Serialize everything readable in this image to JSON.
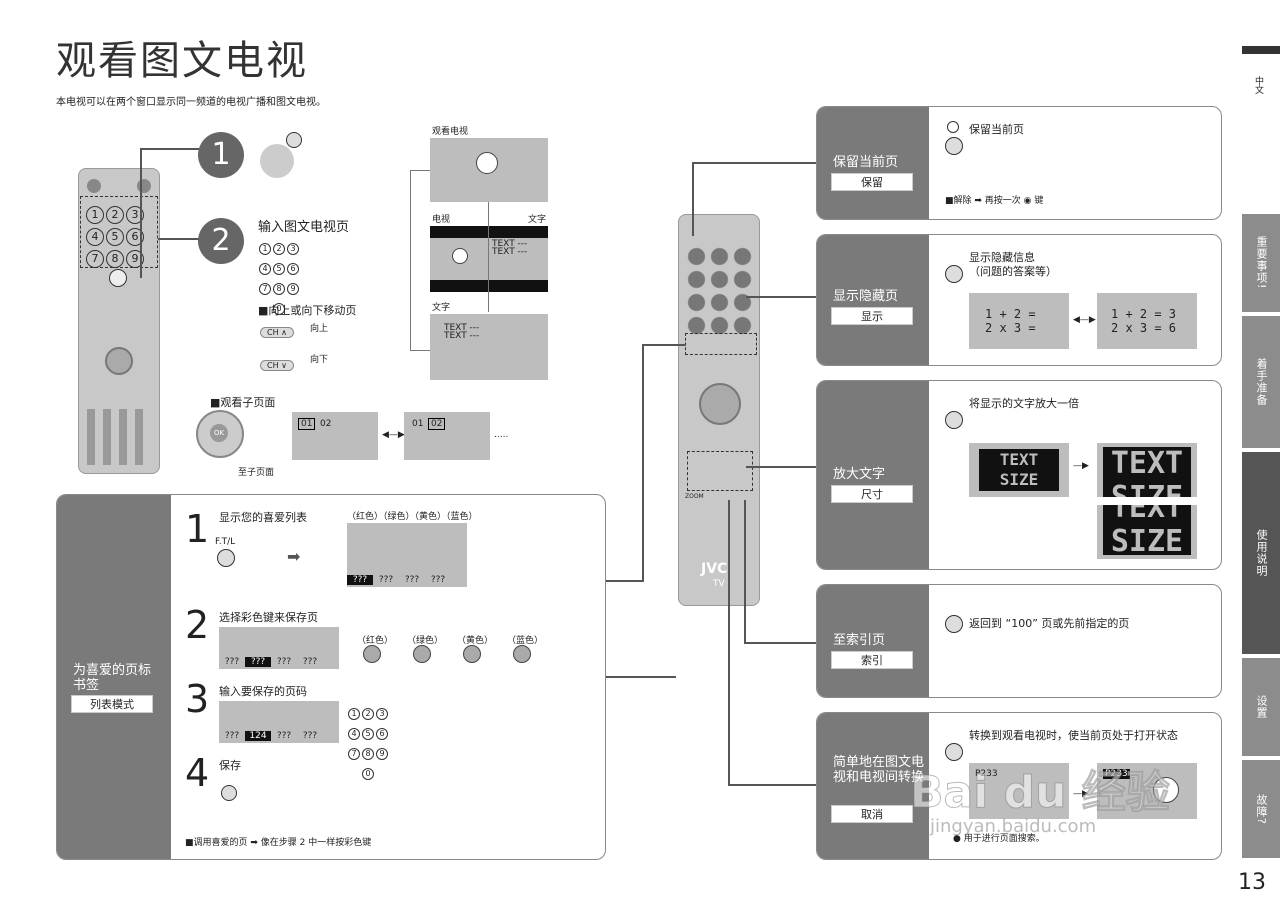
{
  "page": {
    "title": "观看图文电视",
    "intro": "本电视可以在两个窗口显示同一频道的电视广播和图文电视。",
    "page_number": "13",
    "lang_mark": "中文"
  },
  "side_tabs": [
    "重要事项!",
    "着手准备",
    "使用说明",
    "设置",
    "故障?"
  ],
  "left": {
    "step1": "1",
    "step2": "2",
    "enter_page": "输入图文电视页",
    "move_page": "■向上或向下移动页",
    "up": "向上",
    "down": "向下",
    "ch": "CH",
    "view_sub": "■观看子页面",
    "to_sub": "至子页面",
    "sub1_a": "01",
    "sub1_b": "02",
    "sub2_a": "01",
    "sub2_b": "02",
    "ellipsis": "....."
  },
  "modes": {
    "watch_tv": "观看电视",
    "tv": "电视",
    "text": "文字",
    "text_only": "文字",
    "text_lines": "TEXT ---"
  },
  "favorites": {
    "label": "为喜爱的页标书签",
    "mode_box": "列表模式",
    "step1_num": "1",
    "step1": "显示您的喜爱列表",
    "ftl": "F.T/L",
    "colors": [
      "（红色）",
      "（绿色）",
      "（黄色）",
      "（蓝色）"
    ],
    "placeholder": "???",
    "step2_num": "2",
    "step2": "选择彩色键来保存页",
    "colors2": [
      "（红色）",
      "（绿色）",
      "（黄色）",
      "（蓝色）"
    ],
    "step3_num": "3",
    "step3": "输入要保存的页码",
    "saved_page": "124",
    "step4_num": "4",
    "step4": "保存",
    "note": "■调用喜爱的页 ➡ 像在步骤 2 中一样按彩色键"
  },
  "remote": {
    "brand": "JVC",
    "tv": "TV",
    "zoom": "ZOOM"
  },
  "right": [
    {
      "label": "保留当前页",
      "box": "保留",
      "desc": "保留当前页",
      "note": "■解除 ➡ 再按一次",
      "note2": "键"
    },
    {
      "label": "显示隐藏页",
      "box": "显示",
      "desc": "显示隐藏信息",
      "desc2": "（问题的答案等）",
      "eq_left_1": "1 + 2 =",
      "eq_left_2": "2 x 3 =",
      "eq_right_1": "1 + 2 = 3",
      "eq_right_2": "2 x 3 = 6"
    },
    {
      "label": "放大文字",
      "box": "尺寸",
      "desc": "将显示的文字放大一倍",
      "t1": "TEXT",
      "t2": "SIZE"
    },
    {
      "label": "至索引页",
      "box": "索引",
      "desc": "返回到 “100” 页或先前指定的页"
    },
    {
      "label": "简单地在图文电视和电视间转换",
      "box": "取消",
      "desc": "转换到观看电视时，使当前页处于打开状态",
      "p1": "P233",
      "p2": "P233",
      "note": "● 用于进行页面搜索。"
    }
  ],
  "watermark": {
    "main": "Bai du 经验",
    "url": "jingyan.baidu.com"
  }
}
